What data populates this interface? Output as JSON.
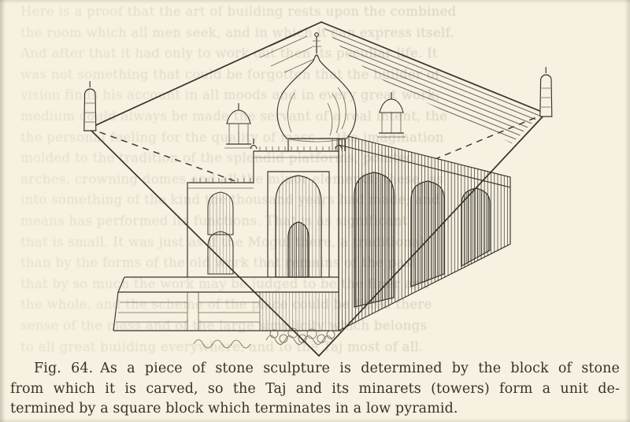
{
  "theme": {
    "paper": "#f6f1e1",
    "ink": "#37322b",
    "ink_light": "#6e6758",
    "ghost": "#8e8573"
  },
  "figure": {
    "caption": {
      "lines": [
        "Fig. 64. As a piece of stone sculpture is determined by the block of stone",
        "from which it is carved, so the Taj and its minarets (towers) form a unit de-",
        "termined by a square block which terminates in a low pyramid."
      ]
    }
  },
  "bleedthrough": {
    "lines": [
      "Here is a proof that the art of building rests upon the combined",
      "the room which all men seek, and in which it can express itself.",
      "And after that it had only to work out then its peculiar life.  It",
      "was not something that could be forgotten that the builder of",
      "vision finds his account in all moods and in every great work;",
      "medium could always be made the servant of a real intent, the",
      "the personal feeling for the quality of mass — the imagination",
      "molded to the tradition of the splendid platforms, pointed",
      "arches, crowning domes and all the minor elements; these, as",
      "into something of the kind the thousand years had made; and",
      "means has performed its functions.  That is as significant",
      "that is small.  It was just as if the Mogul there, a traditional",
      "than by the forms of the old work that remains of the past",
      "that by so much the work may be judged to be the finer and",
      "the whole, and the scheme of the place could be fitted there",
      "sense of the mass and of the large simplicity which belongs",
      "to all great building everywhere, and to the Taj most of all."
    ]
  }
}
